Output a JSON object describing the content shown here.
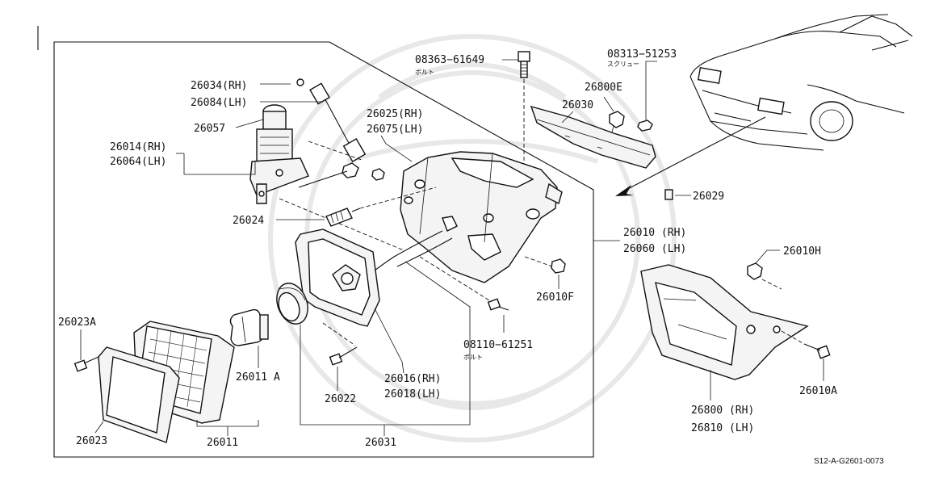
{
  "diagram": {
    "code": "S12-A-G2601-0073",
    "labels": {
      "p08363": "08363−61649",
      "p08363_sub": "ボルト",
      "p08313": "08313−51253",
      "p08313_sub": "スクリュー",
      "p26800E": "26800E",
      "p26030": "26030",
      "p26034": "26034(RH)",
      "p26084": "26084(LH)",
      "p26057": "26057",
      "p26025": "26025(RH)",
      "p26075": "26075(LH)",
      "p26014": "26014(RH)",
      "p26064": "26064(LH)",
      "p26029": "26029",
      "p26024": "26024",
      "p26010": "26010 (RH)",
      "p26060": "26060 (LH)",
      "p26010H": "26010H",
      "p26010F": "26010F",
      "p26023A": "26023A",
      "p08110": "08110−61251",
      "p08110_sub": "ボルト",
      "p26011A": "26011 A",
      "p26016": "26016(RH)",
      "p26018": "26018(LH)",
      "p26022": "26022",
      "p26010A": "26010A",
      "p26800": "26800 (RH)",
      "p26810": "26810 (LH)",
      "p26023": "26023",
      "p26011": "26011",
      "p26031": "26031"
    }
  }
}
